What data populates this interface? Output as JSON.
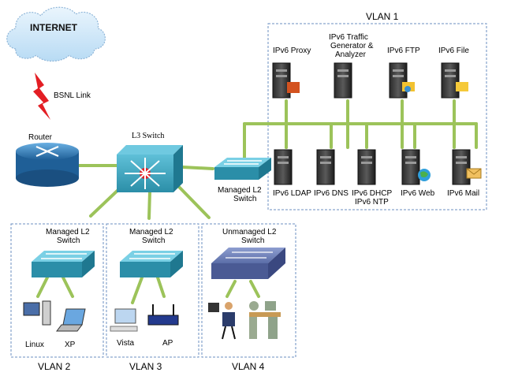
{
  "cloud": {
    "label": "INTERNET"
  },
  "link": {
    "label": "BSNL Link"
  },
  "core": {
    "router_label": "Router",
    "l3_label": "L3 Switch",
    "managed_l2_label_line1": "Managed  L2",
    "managed_l2_label_line2": "Switch"
  },
  "vlan1": {
    "title": "VLAN 1",
    "servers": [
      {
        "id": "proxy",
        "line1": "IPv6 Proxy",
        "line2": "",
        "line3": ""
      },
      {
        "id": "traffic",
        "line1": "IPv6  Traffic",
        "line2": "Generator &",
        "line3": "Analyzer"
      },
      {
        "id": "ftp",
        "line1": "IPv6 FTP",
        "line2": "",
        "line3": ""
      },
      {
        "id": "file",
        "line1": "IPv6 File",
        "line2": "",
        "line3": ""
      },
      {
        "id": "ldap",
        "line1": "IPv6 LDAP",
        "line2": ""
      },
      {
        "id": "dns",
        "line1": "IPv6 DNS",
        "line2": ""
      },
      {
        "id": "dhcp",
        "line1": "IPv6 DHCP",
        "line2": "IPv6 NTP"
      },
      {
        "id": "web",
        "line1": "IPv6 Web",
        "line2": ""
      },
      {
        "id": "mail",
        "line1": "IPv6 Mail",
        "line2": ""
      }
    ]
  },
  "vlan2": {
    "title": "VLAN 2",
    "switch_line1": "Managed  L2",
    "switch_line2": "Switch",
    "host1": "Linux",
    "host2": "XP"
  },
  "vlan3": {
    "title": "VLAN 3",
    "switch_line1": "Managed  L2",
    "switch_line2": "Switch",
    "host1": "Vista",
    "host2": "AP"
  },
  "vlan4": {
    "title": "VLAN 4",
    "switch_line1": "Unmanaged  L2",
    "switch_line2": "Switch"
  },
  "colors": {
    "link_green": "#9cc35a",
    "switch_teal": "#2f8fa8",
    "router_blue": "#2e7fc0",
    "vlan_border": "#6b8fc2",
    "bolt_red": "#e31e24",
    "cloud_fill": "#cfe6f8"
  }
}
